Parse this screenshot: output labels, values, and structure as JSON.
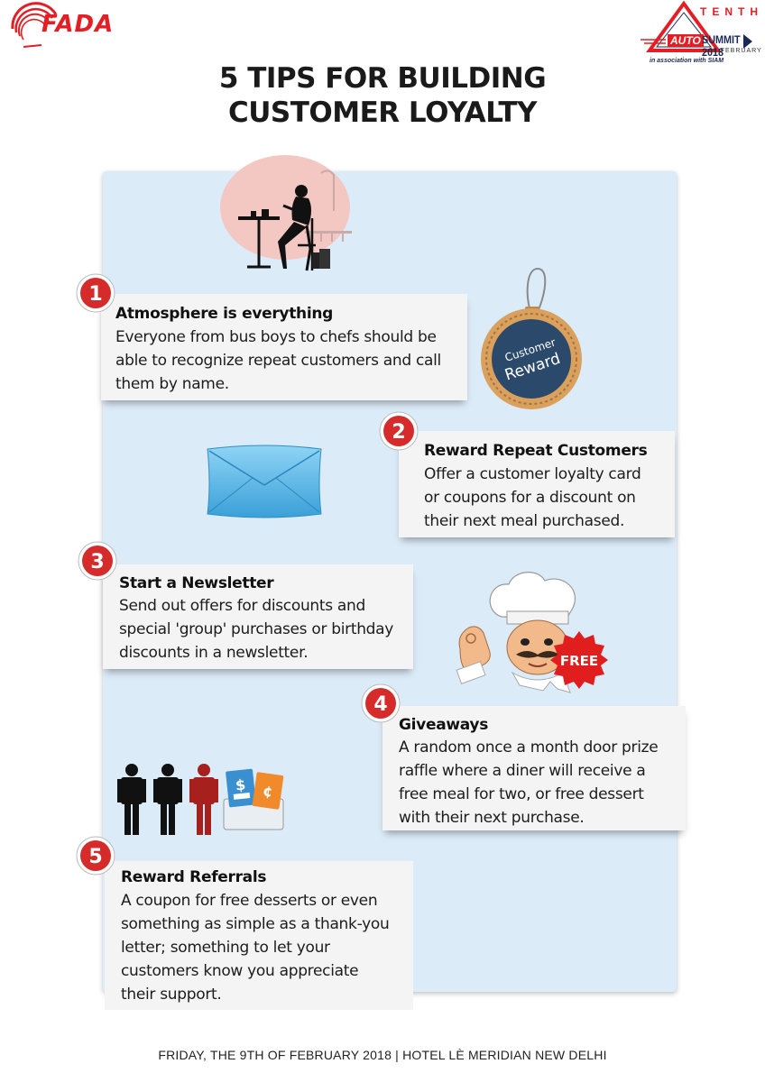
{
  "header": {
    "left_logo": "FADA",
    "right_logo": {
      "tenth": "TENTH",
      "auto": "AUTO",
      "summit": "SUMMIT 2018",
      "date": "09 FEBRUARY",
      "association": "in association with SIAM"
    }
  },
  "title": {
    "line1": "5 TIPS FOR BUILDING",
    "line2": "CUSTOMER LOYALTY"
  },
  "tips": [
    {
      "number": "1",
      "title": "Atmosphere is everything",
      "lines": [
        "Everyone from bus boys to chefs should be",
        "able to recognize repeat customers and call",
        "them by name."
      ]
    },
    {
      "number": "2",
      "title": "Reward Repeat Customers",
      "lines": [
        "Offer a customer loyalty card",
        "or coupons for a discount on",
        "their next meal purchased."
      ]
    },
    {
      "number": "3",
      "title": "Start a Newsletter",
      "lines": [
        "Send out offers for discounts and",
        "special 'group' purchases or birthday",
        "discounts in a newsletter."
      ]
    },
    {
      "number": "4",
      "title": "Giveaways",
      "lines": [
        "A random once a month door prize",
        "raffle where a diner will receive a",
        "free meal for two, or free dessert",
        "with their next purchase."
      ]
    },
    {
      "number": "5",
      "title": "Reward Referrals",
      "lines": [
        "A coupon for free desserts or even",
        "something as simple as a thank-you",
        "letter; something to let your",
        "customers know you appreciate",
        "their support."
      ]
    }
  ],
  "badges": {
    "reward_tag_line1": "Customer",
    "reward_tag_line2": "Reward",
    "free_seal": "FREE",
    "coupon_symbols": [
      "$",
      "¢"
    ]
  },
  "icons": [
    "cafe-woman-icon",
    "reward-tag-icon",
    "envelope-icon",
    "chef-icon",
    "free-seal-icon",
    "referral-people-icon",
    "coupon-icon"
  ],
  "colors": {
    "brand_red": "#e31e24",
    "panel_blue": "#dcebf8",
    "badge_red": "#d62b2b",
    "tag_navy": "#2b4a6b"
  },
  "footer": "FRIDAY, THE 9TH OF FEBRUARY 2018 | HOTEL LÈ MERIDIAN NEW DELHI"
}
